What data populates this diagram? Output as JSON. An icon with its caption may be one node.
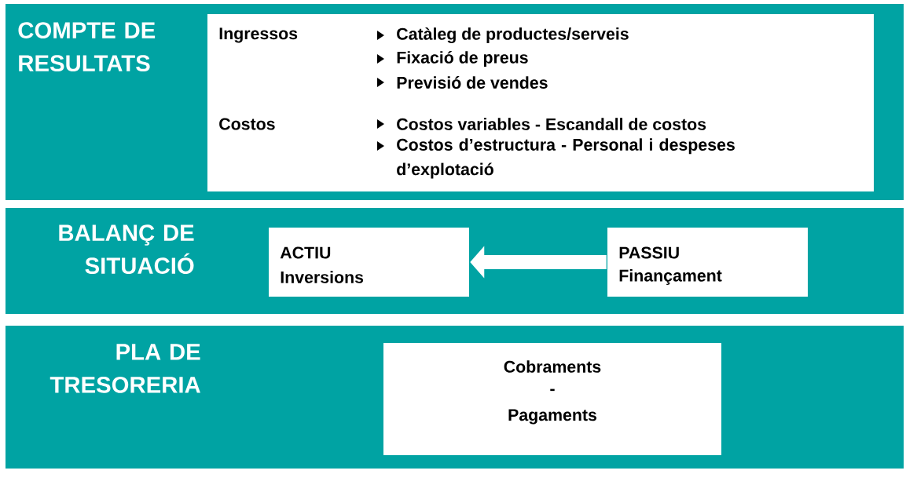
{
  "diagram": {
    "nodes": [
      {
        "text": [
          "COMPTE DE RESULTATS"
        ]
      },
      {
        "text": [
          "Ingressos",
          "Catàleg de productes/serveis",
          "Fixació de preus",
          "Previsió de vendes",
          "Costos",
          "Costos variables - Escandall de costos",
          "Costos d’estructura - Personal i despeses d’explotació"
        ],
        "in": 0
      },
      {
        "text": [
          "BALANÇ DE SITUACIÓ"
        ]
      },
      {
        "text": [
          "ACTIU",
          "Inversions"
        ],
        "in": 2
      },
      {
        "text": [
          "PASSIU",
          "Finançament"
        ],
        "in": 2
      },
      {
        "text": [
          "PLA DE TRESORERIA"
        ]
      },
      {
        "text": [
          "Cobraments",
          "-",
          "Pagaments"
        ],
        "in": 5
      }
    ],
    "edges": [
      {
        "from": 4,
        "to": 3,
        "arrow": "to"
      }
    ]
  }
}
